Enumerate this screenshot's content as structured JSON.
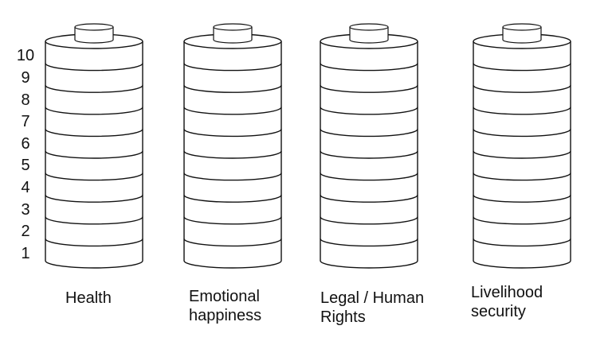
{
  "scale": [
    "10",
    "9",
    "8",
    "7",
    "6",
    "5",
    "4",
    "3",
    "2",
    "1"
  ],
  "batteries": [
    {
      "lines": [
        "Health"
      ]
    },
    {
      "lines": [
        "Emotional",
        "happiness"
      ]
    },
    {
      "lines": [
        "Legal / Human",
        "Rights"
      ]
    },
    {
      "lines": [
        "Livelihood",
        "security"
      ]
    }
  ],
  "colors": {
    "stroke": "#111111",
    "background": "#ffffff"
  }
}
